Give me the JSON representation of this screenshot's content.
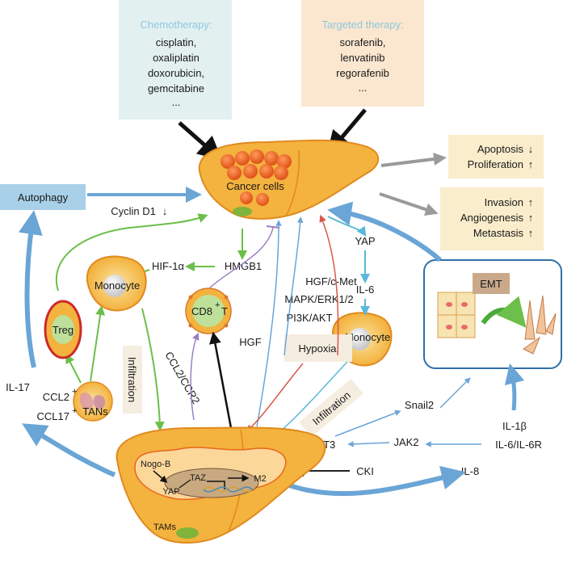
{
  "colors": {
    "chemo_box": "#e3f0f0",
    "targeted_box": "#fbe6cf",
    "outcome_box": "#faedcc",
    "autophagy_box": "#a8d0e8",
    "liver": "#f4b23e",
    "liver_dark": "#e07a1e",
    "blue_arrow": "#6aa5d6",
    "green_arrow": "#6cbf4a",
    "red_arrow": "#d9584a",
    "purple_arrow": "#9b7fc2",
    "grey_arrow": "#9a9a9a",
    "emt_border": "#2f6fa8"
  },
  "chemotherapy": {
    "title": "Chemotherapy:",
    "drugs": [
      "cisplatin,",
      "oxaliplatin",
      "doxorubicin,",
      "gemcitabine",
      "..."
    ]
  },
  "targeted_therapy": {
    "title": "Targeted therapy:",
    "drugs": [
      "sorafenib,",
      "lenvatinib",
      "regorafenib",
      "..."
    ]
  },
  "outcomes": {
    "box1": [
      "Apoptosis",
      "Proliferation"
    ],
    "box2": [
      "Invasion",
      "Angiogenesis",
      "Metastasis"
    ],
    "arrow_down": "↓",
    "arrow_up": "↑"
  },
  "top_liver": {
    "label": "Cancer cells"
  },
  "autophagy": {
    "label": "Autophagy",
    "cyclin": "Cyclin D1",
    "cyclin_arrow": "↓"
  },
  "cells": {
    "monocyte_left": "Monocyte",
    "treg": "Treg",
    "tans": "TANs",
    "cd8_main": "CD8",
    "cd8_sup": "+",
    "cd8_tail": "T",
    "monocyte_right": "Monocyte"
  },
  "labels": {
    "hif1a": "HIF-1α",
    "hmgb1": "HMGB1",
    "hgf_cmet": "HGF/c-Met",
    "mapk": "MAPK/ERK1/2",
    "pi3k": "PI3K/AKT",
    "yap": "YAP",
    "il6": "IL-6",
    "hgf": "HGF",
    "hypoxia": "Hypoxia",
    "infiltration_left": "Infiltration",
    "infiltration_right": "Infiltration",
    "ccl2_ccr2": "CCL2/CCR2",
    "ccl2_plus": "CCL2",
    "ccl17_plus": "CCL17",
    "plus": "+",
    "il17": "IL-17",
    "snail2": "Snail2",
    "stat3": "STAT3",
    "jak2": "JAK2",
    "cki": "CKI",
    "il8": "IL-8",
    "il1b": "IL-1β",
    "il6r": "IL-6/IL-6R",
    "emt": "EMT"
  },
  "bottom_liver": {
    "nogo": "Nogo-B",
    "yap": "YAP",
    "taz": "TAZ",
    "m2": "M2",
    "tams": "TAMs"
  }
}
